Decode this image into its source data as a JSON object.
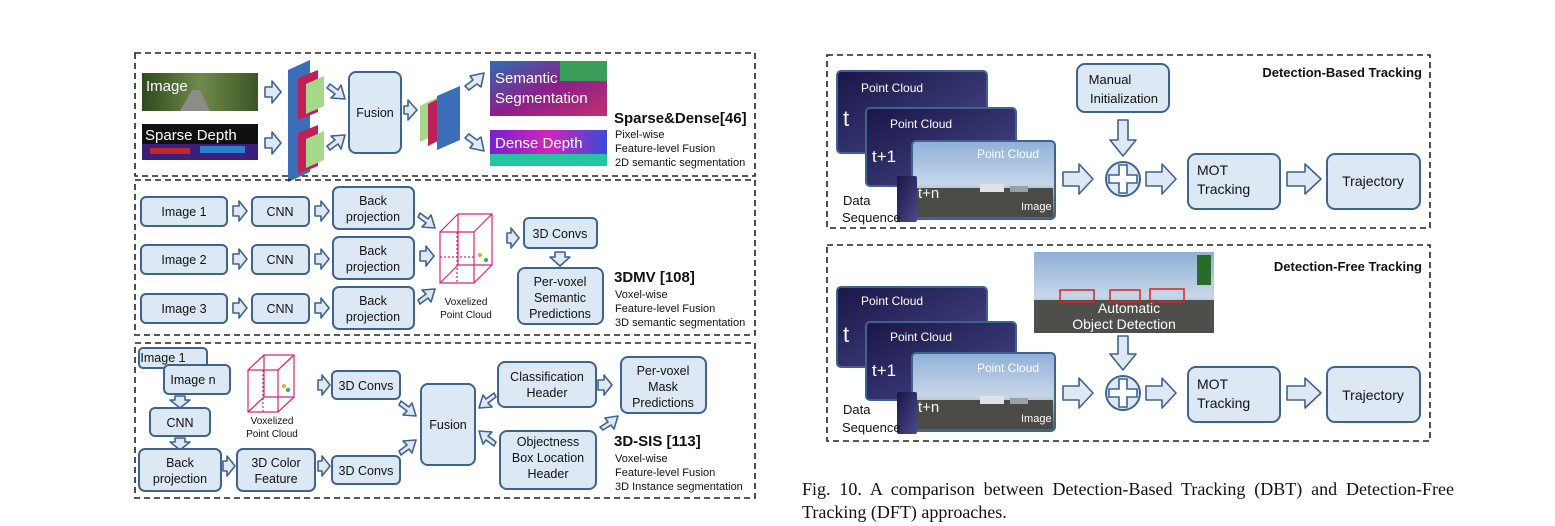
{
  "fig_left": {
    "p1": {
      "img_image": "Image",
      "img_sparse": "Sparse Depth",
      "fusion": "Fusion",
      "img_semantic_1": "Semantic",
      "img_semantic_2": "Segmentation",
      "img_dense": "Dense Depth",
      "title": "Sparse&Dense[46]",
      "d1": "Pixel-wise",
      "d2": "Feature-level Fusion",
      "d3": "2D semantic segmentation"
    },
    "p2": {
      "img1": "Image 1",
      "img2": "Image 2",
      "img3": "Image 3",
      "cnn": "CNN",
      "back_1": "Back",
      "back_2": "projection",
      "vox_1": "Voxelized",
      "vox_2": "Point Cloud",
      "conv": "3D Convs",
      "pv_1": "Per-voxel",
      "pv_2": "Semantic",
      "pv_3": "Predictions",
      "title": "3DMV [108]",
      "d1": "Voxel-wise",
      "d2": "Feature-level Fusion",
      "d3": "3D semantic segmentation"
    },
    "p3": {
      "img1": "Image 1",
      "imgn": "Image n",
      "cnn": "CNN",
      "back_1": "Back",
      "back_2": "projection",
      "vox_1": "Voxelized",
      "vox_2": "Point Cloud",
      "color_1": "3D Color",
      "color_2": "Feature",
      "conv": "3D Convs",
      "fusion": "Fusion",
      "cls_1": "Classification",
      "cls_2": "Header",
      "obj_1": "Objectness",
      "obj_2": "Box Location",
      "obj_3": "Header",
      "pm_1": "Per-voxel",
      "pm_2": "Mask",
      "pm_3": "Predictions",
      "title": "3D-SIS [113]",
      "d1": "Voxel-wise",
      "d2": "Feature-level Fusion",
      "d3": "3D Instance segmentation"
    }
  },
  "fig_right": {
    "dbt": {
      "title": "Detection-Based Tracking",
      "pc": "Point Cloud",
      "t0": "t",
      "t1": "t+1",
      "tn": "t+n",
      "image_tag": "Image",
      "data_1": "Data",
      "data_2": "Sequence",
      "manual_1": "Manual",
      "manual_2": "Initialization",
      "mot_1": "MOT",
      "mot_2": "Tracking",
      "traj": "Trajectory"
    },
    "dft": {
      "title": "Detection-Free Tracking",
      "pc": "Point Cloud",
      "t0": "t",
      "t1": "t+1",
      "tn": "t+n",
      "image_tag": "Image",
      "data_1": "Data",
      "data_2": "Sequence",
      "auto_1": "Automatic",
      "auto_2": "Object Detection",
      "mot_1": "MOT",
      "mot_2": "Tracking",
      "traj": "Trajectory"
    }
  },
  "caption": "Fig. 10.  A comparison between Detection-Based Tracking (DBT) and Detection-Free Tracking (DFT) approaches.",
  "colors": {
    "box_fill": "#dde8f5",
    "box_stroke": "#3f638f"
  }
}
